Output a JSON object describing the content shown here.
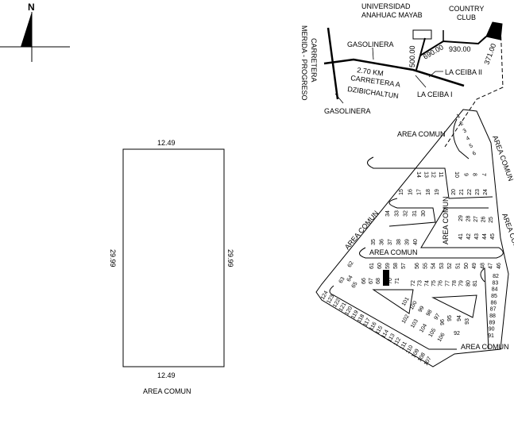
{
  "north_arrow": {
    "label": "N"
  },
  "lot_detail": {
    "top_dimension": "12.49",
    "bottom_dimension": "12.49",
    "left_dimension": "29.99",
    "right_dimension": "29.99",
    "caption": "AREA COMUN"
  },
  "location_map": {
    "university": [
      "UNIVERSIDAD",
      "ANAHUAC MAYAB"
    ],
    "country_club": [
      "COUNTRY",
      "CLUB"
    ],
    "gas_station_top": "GASOLINERA",
    "gas_station_bottom": "GASOLINERA",
    "highway": [
      "CARRETERA",
      "MERIDA - PROGRESO"
    ],
    "distance": "2.70 KM",
    "road": [
      "CARRETERA A",
      "DZIBICHALTUN"
    ],
    "la_ceiba_1": "LA CEIBA I",
    "la_ceiba_2": "LA CEIBA II",
    "segments": [
      "500.00",
      "690.00",
      "930.00",
      "371.00"
    ]
  },
  "site_plan": {
    "area_labels": [
      "AREA COMUN",
      "AREA COMUN",
      "AREA COMUN",
      "AREA COMUN",
      "AREA COMUN",
      "AREA COMUN",
      "AREA COMUN"
    ],
    "highlighted_lot": "69",
    "highlight_color": "#000000",
    "lots": [
      "1",
      "2",
      "3",
      "4",
      "5",
      "6",
      "7",
      "8",
      "9",
      "10",
      "11",
      "12",
      "13",
      "14",
      "15",
      "16",
      "17",
      "18",
      "19",
      "20",
      "21",
      "22",
      "23",
      "24",
      "25",
      "26",
      "27",
      "28",
      "29",
      "30",
      "31",
      "32",
      "33",
      "34",
      "35",
      "36",
      "37",
      "38",
      "39",
      "40",
      "41",
      "42",
      "43",
      "44",
      "45",
      "46",
      "47",
      "48",
      "49",
      "50",
      "51",
      "52",
      "53",
      "54",
      "55",
      "56",
      "57",
      "58",
      "59",
      "60",
      "61",
      "62",
      "63",
      "64",
      "65",
      "66",
      "67",
      "68",
      "70",
      "71",
      "72",
      "73",
      "74",
      "75",
      "76",
      "77",
      "78",
      "79",
      "80",
      "81",
      "82",
      "83",
      "84",
      "85",
      "86",
      "87",
      "88",
      "89",
      "90",
      "91",
      "92",
      "93",
      "94",
      "95",
      "96",
      "97",
      "98",
      "99",
      "100",
      "101",
      "102",
      "103",
      "104",
      "105",
      "106",
      "107",
      "108",
      "109",
      "110",
      "111",
      "112",
      "113",
      "114",
      "115",
      "116",
      "117",
      "118",
      "119",
      "120",
      "121",
      "122",
      "123",
      "124"
    ]
  }
}
